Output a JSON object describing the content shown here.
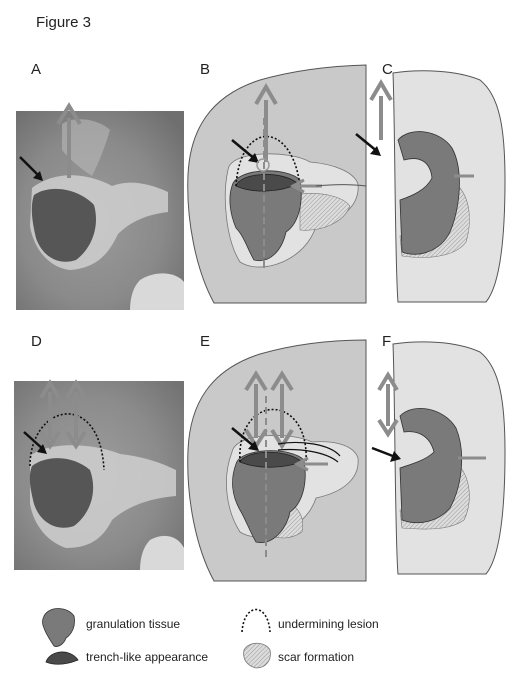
{
  "figure_title": "Figure 3",
  "panels": {
    "a": "A",
    "b": "B",
    "c": "C",
    "d": "D",
    "e": "E",
    "f": "F"
  },
  "legend": {
    "granulation": "granulation tissue",
    "trench": "trench-like appearance",
    "undermining": "undermining lesion",
    "scar": "scar formation"
  },
  "colors": {
    "background_skin": "#c9c9c9",
    "skin_light": "#e2e2e2",
    "granulation": "#7a7a7a",
    "trench": "#4a4a4a",
    "arrow_gray": "#8c8c8c",
    "pointer": "#111111"
  }
}
